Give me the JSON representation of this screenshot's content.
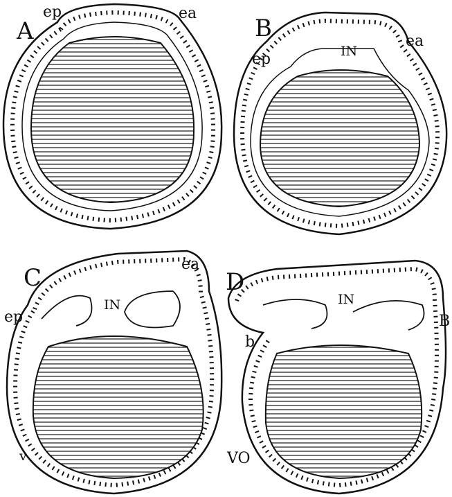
{
  "panels": {
    "a": {
      "letter": "A",
      "labels": {
        "ep": "ep",
        "ea": "ea"
      }
    },
    "b": {
      "letter": "B",
      "labels": {
        "ep": "ep",
        "ea": "ea",
        "in": "IN"
      }
    },
    "c": {
      "letter": "C",
      "labels": {
        "ep": "ep",
        "ea": "ea",
        "in": "IN",
        "v": "v"
      }
    },
    "d": {
      "letter": "D",
      "labels": {
        "in": "IN",
        "b_small": "b",
        "b_big": "B",
        "vo": "VO"
      }
    }
  },
  "colors": {
    "ink": "#111111",
    "paper": "#ffffff"
  }
}
